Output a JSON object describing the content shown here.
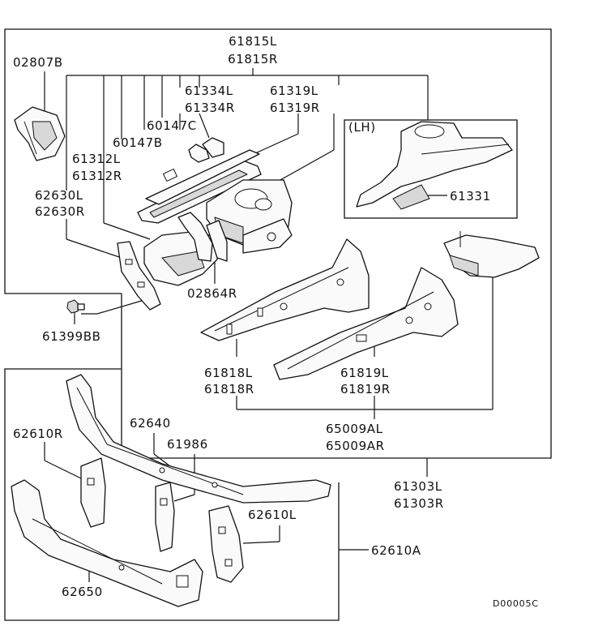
{
  "parts": {
    "p61815L": "61815L",
    "p61815R": "61815R",
    "p02807B": "02807B",
    "p61334L": "61334L",
    "p61334R": "61334R",
    "p61319L": "61319L",
    "p61319R": "61319R",
    "p60147C": "60147C",
    "p60147B": "60147B",
    "p61312L": "61312L",
    "p61312R": "61312R",
    "p62630L": "62630L",
    "p62630R": "62630R",
    "p02864R": "02864R",
    "p61399BB": "61399BB",
    "p61818L": "61818L",
    "p61818R": "61818R",
    "p61819L": "61819L",
    "p61819R": "61819R",
    "p65009AL": "65009AL",
    "p65009AR": "65009AR",
    "p61303L": "61303L",
    "p61303R": "61303R",
    "p62610R": "62610R",
    "p62640": "62640",
    "p61986": "61986",
    "p62610L": "62610L",
    "p62610A": "62610A",
    "p62650": "62650",
    "p61331": "61331"
  },
  "inset_label": "(LH)",
  "drawing_code": "D00005C"
}
